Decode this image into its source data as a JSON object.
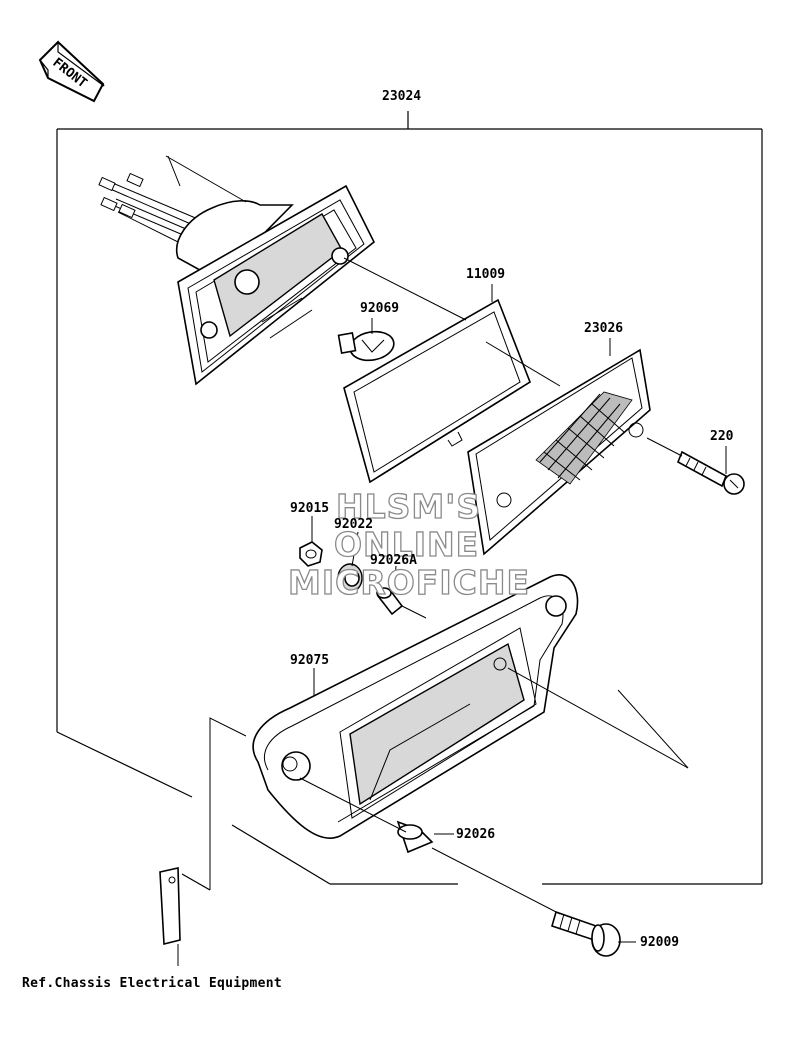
{
  "front_badge": "FRONT",
  "labels": {
    "p23024": "23024",
    "p11009": "11009",
    "p92069": "92069",
    "p23026": "23026",
    "p220": "220",
    "p92015": "92015",
    "p92022": "92022",
    "p92026A": "92026A",
    "p92075": "92075",
    "p92026": "92026",
    "p92009": "92009"
  },
  "reference": "Ref.Chassis Electrical Equipment",
  "watermark": {
    "line1": "HLSM'S",
    "line2": "ONLINE",
    "line3": "MICROFICHE"
  }
}
